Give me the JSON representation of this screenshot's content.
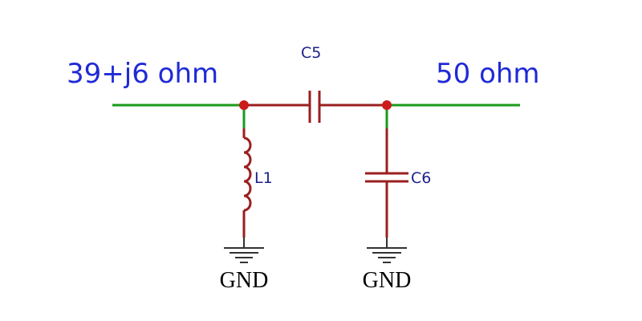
{
  "diagram": {
    "source_label": "39+j6 ohm",
    "load_label": "50 ohm",
    "components": {
      "series_cap": "C5",
      "shunt_inductor": "L1",
      "shunt_cap": "C6"
    },
    "ground_labels": [
      "GND",
      "GND"
    ]
  },
  "colors": {
    "wire": "#1a9a1a",
    "component": "#9a1f1f",
    "junction": "#cc1a1a",
    "port_label": "#1f2ad6",
    "ref_label": "#1a1f8a",
    "ground": "#333333",
    "ground_text": "#000000"
  }
}
